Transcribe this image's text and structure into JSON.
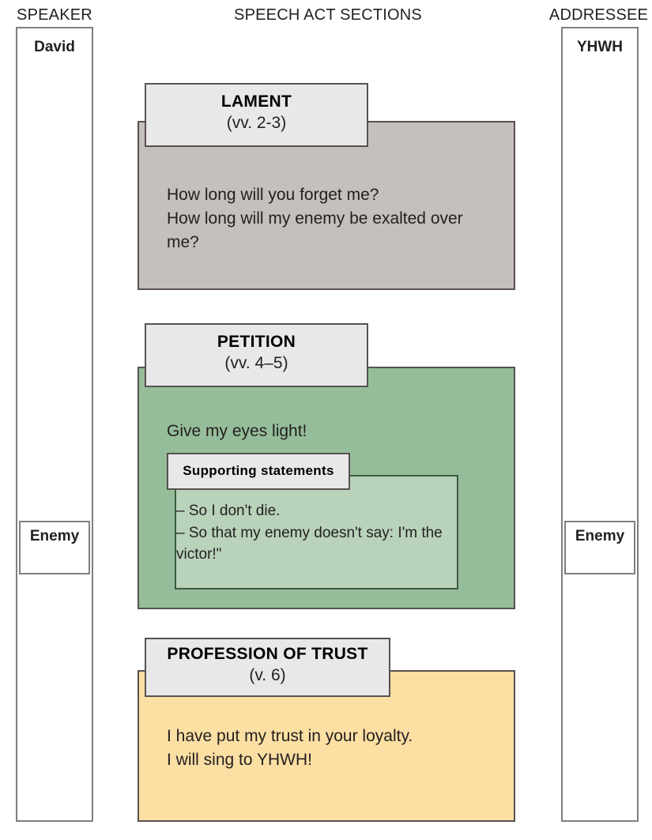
{
  "headings": {
    "speaker": "SPEAKER",
    "sections": "SPEECH ACT SECTIONS",
    "addressee": "ADDRESSEE"
  },
  "participants": {
    "speaker": {
      "primary": "David",
      "secondary": "Enemy"
    },
    "addressee": {
      "primary": "YHWH",
      "secondary": "Enemy"
    }
  },
  "sections": [
    {
      "id": "lament",
      "title": "LAMENT",
      "verses": "(vv. 2-3)",
      "text": "How long will you forget me?\nHow long will my enemy be exalted over me?",
      "color": "#c5bfbd"
    },
    {
      "id": "petition",
      "title": "PETITION",
      "verses": "(vv. 4–5)",
      "text": "Give my eyes light!",
      "color": "#96bd99",
      "nested": {
        "id": "supporting-statements",
        "title": "Supporting statements",
        "text": "– So I don't die.\n– So that my enemy doesn't say: I'm the victor!\"",
        "color": "#b9d2ba"
      }
    },
    {
      "id": "profession-of-trust",
      "title": "PROFESSION OF TRUST",
      "verses": "(v. 6)",
      "text": "I have put my trust in your loyalty.\nI will sing to YHWH!",
      "color": "#fcdfa3"
    }
  ],
  "palette": {
    "header_fill": "#e8e8e8",
    "border": "#595150",
    "column_border": "#7f7f7f",
    "text": "#231f20",
    "background": "#ffffff"
  }
}
